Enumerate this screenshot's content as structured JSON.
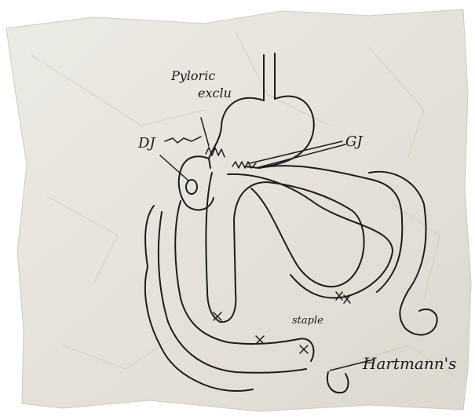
{
  "image": {
    "kind": "photo-of-handwritten-sketch-on-napkin",
    "background": "#ffffff",
    "napkin_color": "#e9e6df",
    "ink_color": "#1c1c1c"
  },
  "labels": {
    "pyloric": "Pyloric",
    "pyloric_2": "exclu",
    "dj": "DJ",
    "gj": "GJ",
    "staple": "staple",
    "hartmann": "Hartmann's"
  }
}
